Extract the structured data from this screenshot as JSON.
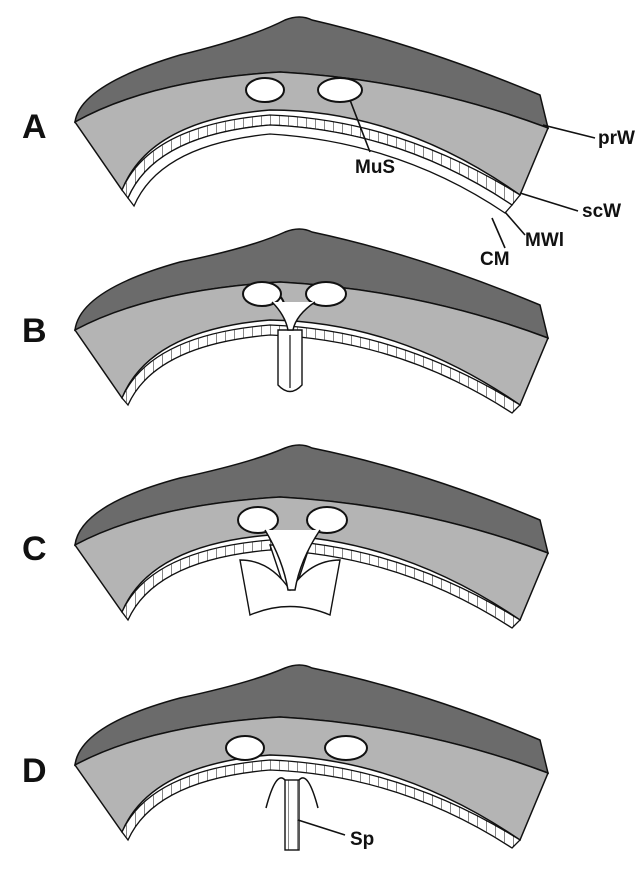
{
  "panels": [
    {
      "letter": "A",
      "stage": "intact"
    },
    {
      "letter": "B",
      "stage": "early-fold"
    },
    {
      "letter": "C",
      "stage": "spreading"
    },
    {
      "letter": "D",
      "stage": "septum"
    }
  ],
  "labels": {
    "muscle_sac": "MuS",
    "primary_wall": "prW",
    "secondary_wall": "scW",
    "muscle_wall_lining": "MWl",
    "cuticle_membrane": "CM",
    "septum": "Sp"
  },
  "colors": {
    "primary_wall": "#6b6b6b",
    "secondary_wall": "#b4b4b4",
    "cavity": "#ffffff",
    "outline": "#111111"
  }
}
